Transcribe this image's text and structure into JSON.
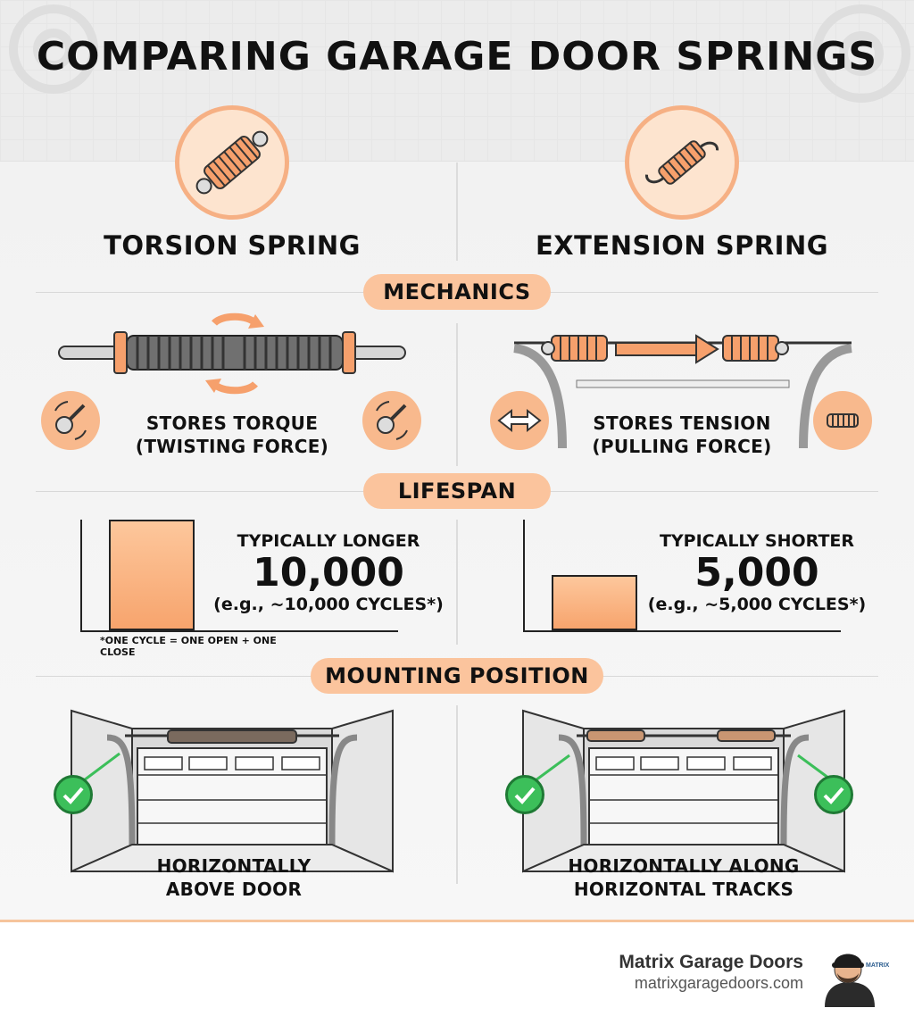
{
  "title": "COMPARING GARAGE DOOR SPRINGS",
  "columns": {
    "left": {
      "name": "TORSION SPRING",
      "icon": "torsion-spring-icon"
    },
    "right": {
      "name": "EXTENSION SPRING",
      "icon": "extension-spring-icon"
    }
  },
  "sections": {
    "mechanics": {
      "label": "MECHANICS",
      "left_line1": "STORES TORQUE",
      "left_line2": "(TWISTING FORCE)",
      "right_line1": "STORES TENSION",
      "right_line2": "(PULLING FORCE)"
    },
    "lifespan": {
      "label": "LIFESPAN",
      "left_heading": "TYPICALLY LONGER",
      "left_value": "10,000",
      "left_note": "(e.g., ~10,000 CYCLES*)",
      "right_heading": "TYPICALLY SHORTER",
      "right_value": "5,000",
      "right_note": "(e.g., ~5,000 CYCLES*)",
      "footnote": "*ONE CYCLE = ONE OPEN + ONE CLOSE"
    },
    "mounting": {
      "label": "MOUNTING POSITION",
      "left_line1": "HORIZONTALLY",
      "left_line2": "ABOVE DOOR",
      "right_line1": "HORIZONTALLY ALONG",
      "right_line2": "HORIZONTAL TRACKS"
    }
  },
  "chart_data": {
    "type": "bar",
    "categories": [
      "TORSION SPRING",
      "EXTENSION SPRING"
    ],
    "values": [
      10000,
      5000
    ],
    "ylim": [
      0,
      10000
    ]
  },
  "footer": {
    "brand": "Matrix Garage Doors",
    "url": "matrixgaragedoors.com",
    "logo_text": "MATRIX"
  },
  "colors": {
    "accent": "#fbc49d",
    "accent_dark": "#f6b084",
    "check_green": "#3cbf5a"
  }
}
